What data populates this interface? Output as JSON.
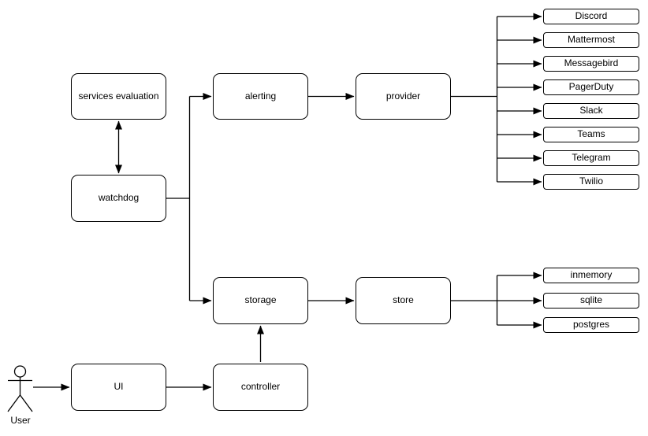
{
  "diagram": {
    "nodes": {
      "services_evaluation": "services evaluation",
      "watchdog": "watchdog",
      "alerting": "alerting",
      "provider": "provider",
      "storage": "storage",
      "store": "store",
      "ui": "UI",
      "controller": "controller"
    },
    "actor_label": "User",
    "provider_items": [
      "Discord",
      "Mattermost",
      "Messagebird",
      "PagerDuty",
      "Slack",
      "Teams",
      "Telegram",
      "Twilio"
    ],
    "store_items": [
      "inmemory",
      "sqlite",
      "postgres"
    ],
    "colors": {
      "stroke": "#000000",
      "fill": "#ffffff",
      "background": "#ffffff",
      "text": "#000000"
    }
  }
}
